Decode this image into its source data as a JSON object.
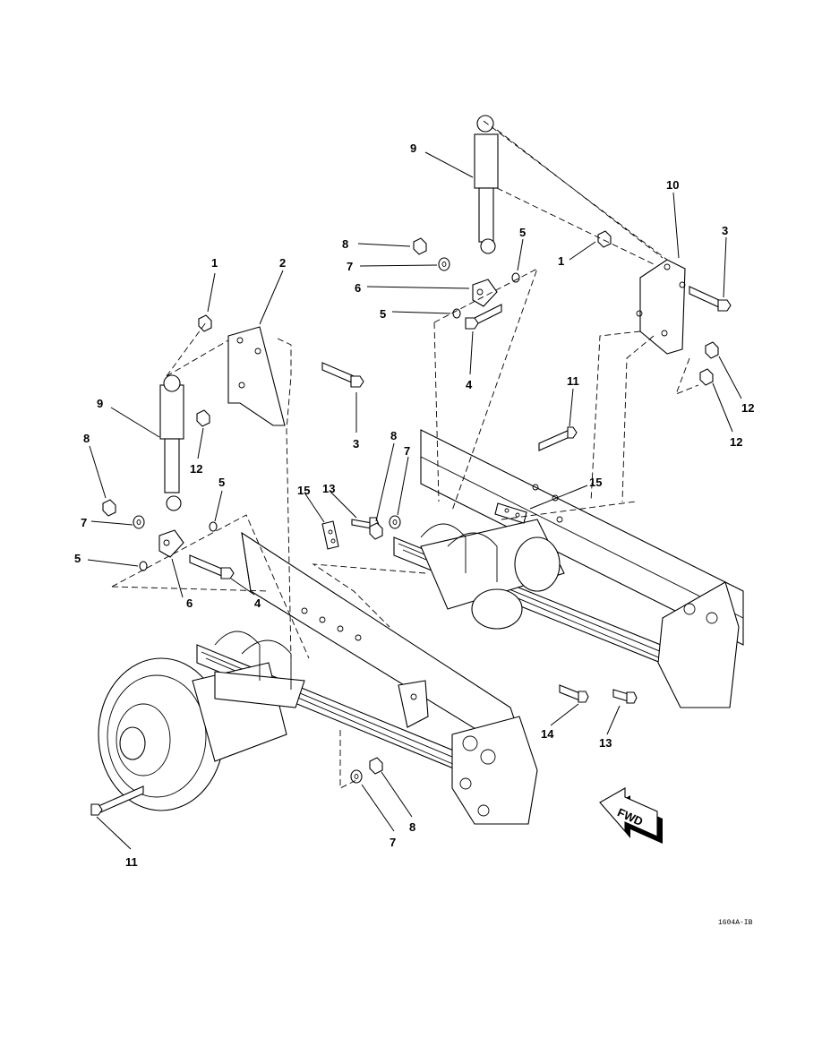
{
  "callouts": [
    {
      "id": "c1a",
      "text": "1"
    },
    {
      "id": "c2",
      "text": "2"
    },
    {
      "id": "c3a",
      "text": "3"
    },
    {
      "id": "c9a",
      "text": "9"
    },
    {
      "id": "c12a",
      "text": "12"
    },
    {
      "id": "c8a",
      "text": "8"
    },
    {
      "id": "c5a",
      "text": "5"
    },
    {
      "id": "c7a",
      "text": "7"
    },
    {
      "id": "c5b",
      "text": "5"
    },
    {
      "id": "c4a",
      "text": "4"
    },
    {
      "id": "c6a",
      "text": "6"
    },
    {
      "id": "c11a",
      "text": "11"
    },
    {
      "id": "c9b",
      "text": "9"
    },
    {
      "id": "c8b",
      "text": "8"
    },
    {
      "id": "c7b",
      "text": "7"
    },
    {
      "id": "c6b",
      "text": "6"
    },
    {
      "id": "c5c",
      "text": "5"
    },
    {
      "id": "c5d",
      "text": "5"
    },
    {
      "id": "c4b",
      "text": "4"
    },
    {
      "id": "c1b",
      "text": "1"
    },
    {
      "id": "c10",
      "text": "10"
    },
    {
      "id": "c3b",
      "text": "3"
    },
    {
      "id": "c12b",
      "text": "12"
    },
    {
      "id": "c12c",
      "text": "12"
    },
    {
      "id": "c11b",
      "text": "11"
    },
    {
      "id": "c15a",
      "text": "15"
    },
    {
      "id": "c13a",
      "text": "13"
    },
    {
      "id": "c8c",
      "text": "8"
    },
    {
      "id": "c7c",
      "text": "7"
    },
    {
      "id": "c15b",
      "text": "15"
    },
    {
      "id": "c14",
      "text": "14"
    },
    {
      "id": "c13b",
      "text": "13"
    },
    {
      "id": "c7d",
      "text": "7"
    },
    {
      "id": "c8d",
      "text": "8"
    }
  ],
  "direction_arrow": {
    "label": "FWD"
  },
  "figure_code": "1604A-IB"
}
